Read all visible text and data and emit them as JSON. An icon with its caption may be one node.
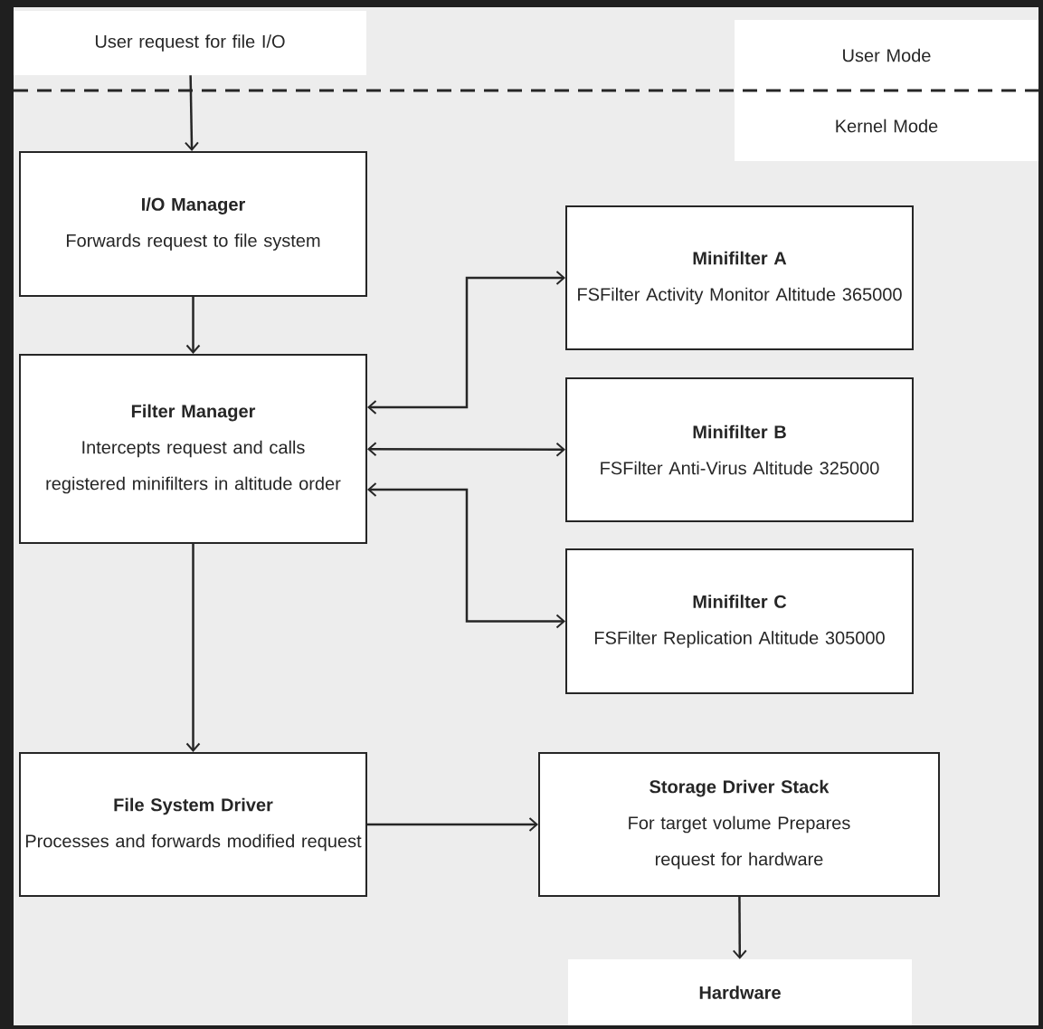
{
  "diagram": {
    "nodes": [
      {
        "text": [
          "User request for file I/O"
        ]
      },
      {
        "text": [
          "I/O Manager",
          "Forwards request to file system"
        ]
      },
      {
        "text": [
          "Filter Manager",
          "Intercepts request and calls registered minifilters in altitude order"
        ]
      },
      {
        "text": [
          "Minifilter A",
          "FSFilter Activity Monitor Altitude 365000"
        ]
      },
      {
        "text": [
          "Minifilter B",
          "FSFilter Anti-Virus Altitude 325000"
        ]
      },
      {
        "text": [
          "Minifilter C",
          "FSFilter Replication Altitude 305000"
        ]
      },
      {
        "text": [
          "File System Driver",
          "Processes and forwards modified request"
        ]
      },
      {
        "text": [
          "Storage Driver Stack",
          "For target volume Prepares request for hardware"
        ]
      },
      {
        "text": [
          "Hardware"
        ]
      },
      {
        "text": [
          "User Mode"
        ]
      },
      {
        "text": [
          "Kernel Mode"
        ]
      }
    ],
    "edges": [
      {
        "from": 0,
        "to": 1,
        "arrow": "to"
      },
      {
        "from": 1,
        "to": 2,
        "arrow": "to"
      },
      {
        "from": 2,
        "to": 3,
        "arrow": "both"
      },
      {
        "from": 2,
        "to": 4,
        "arrow": "both"
      },
      {
        "from": 2,
        "to": 5,
        "arrow": "both"
      },
      {
        "from": 2,
        "to": 6,
        "arrow": "to"
      },
      {
        "from": 6,
        "to": 7,
        "arrow": "to"
      },
      {
        "from": 7,
        "to": 8,
        "arrow": "to"
      }
    ]
  }
}
